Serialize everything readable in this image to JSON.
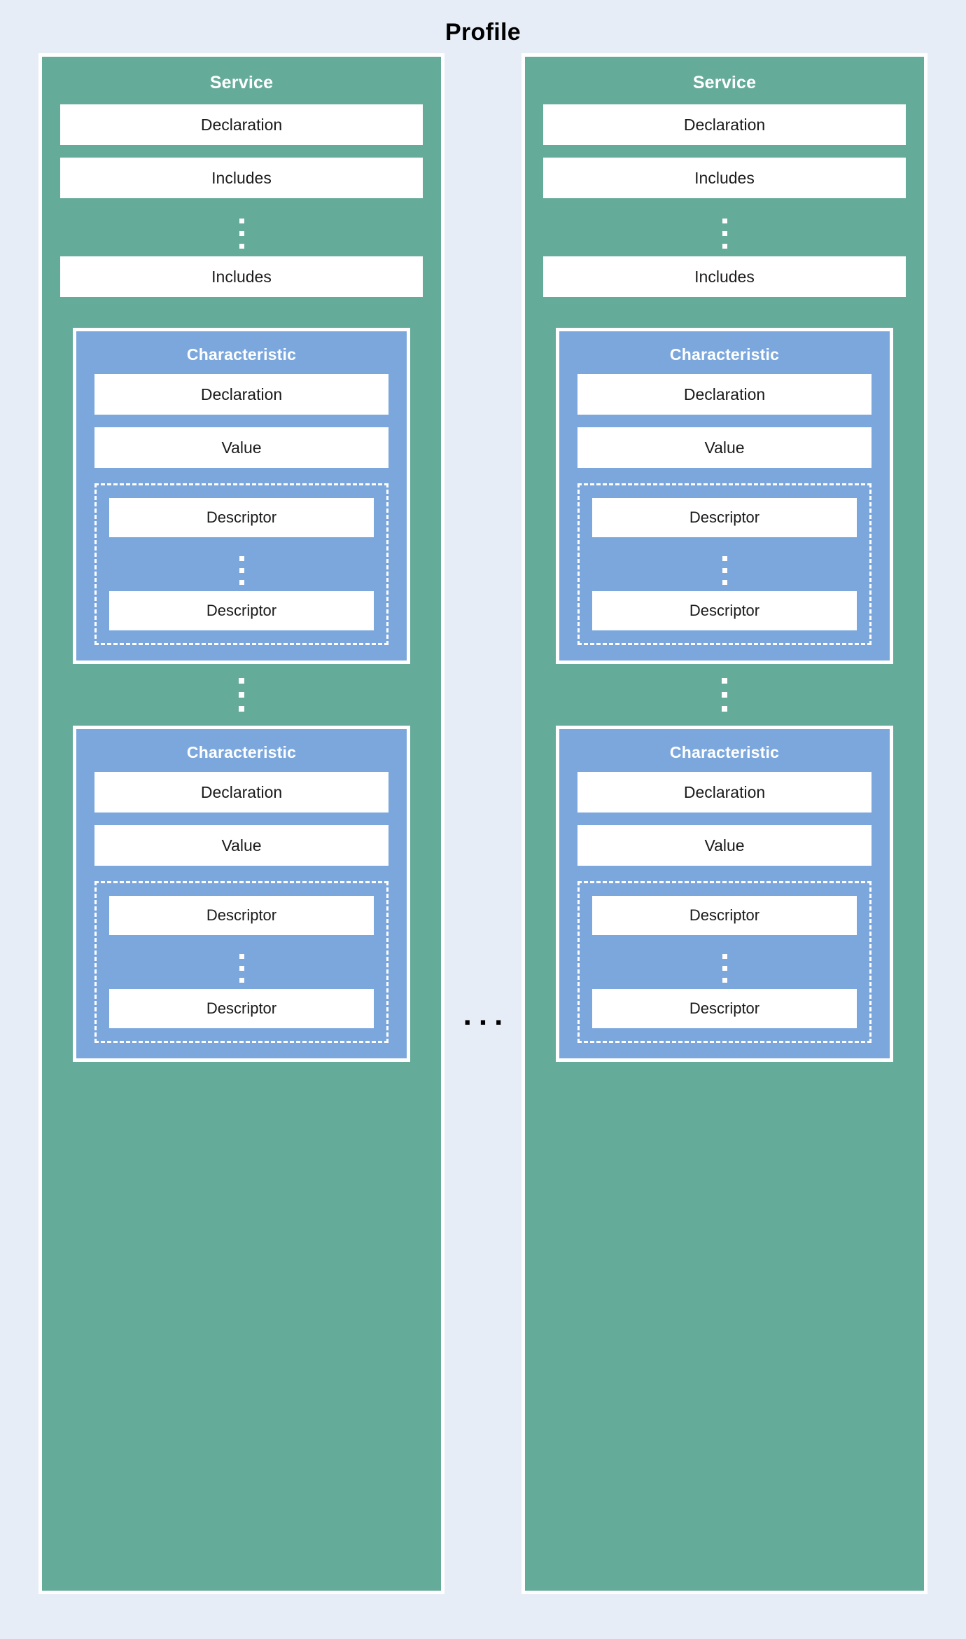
{
  "diagram": {
    "title": "Profile",
    "background_color": "#e7edf7",
    "service_color": "#65ab9a",
    "characteristic_color": "#7ba7dd",
    "box_color": "#ffffff",
    "border_color": "#ffffff",
    "text_color": "#1a1a1a",
    "title_color": "#000000",
    "ellipsis_horizontal": "...",
    "column_separator_label": "..."
  },
  "labels": {
    "service": "Service",
    "characteristic": "Characteristic",
    "declaration": "Declaration",
    "includes": "Includes",
    "value": "Value",
    "descriptor": "Descriptor"
  },
  "columns": [
    {
      "name": "service-column-1",
      "service": {
        "title": "Service",
        "items": [
          {
            "label": "Declaration",
            "type": "box"
          },
          {
            "label": "Includes",
            "type": "box"
          },
          {
            "label": "",
            "type": "vertical-ellipsis"
          },
          {
            "label": "Includes",
            "type": "box"
          }
        ],
        "characteristics": [
          {
            "title": "Characteristic",
            "items": [
              {
                "label": "Declaration",
                "type": "box"
              },
              {
                "label": "Value",
                "type": "box"
              }
            ],
            "descriptors": [
              {
                "label": "Descriptor",
                "type": "box"
              },
              {
                "label": "",
                "type": "vertical-ellipsis"
              },
              {
                "label": "Descriptor",
                "type": "box"
              }
            ]
          },
          {
            "title": "Characteristic",
            "items": [
              {
                "label": "Declaration",
                "type": "box"
              },
              {
                "label": "Value",
                "type": "box"
              }
            ],
            "descriptors": [
              {
                "label": "Descriptor",
                "type": "box"
              },
              {
                "label": "",
                "type": "vertical-ellipsis"
              },
              {
                "label": "Descriptor",
                "type": "box"
              }
            ]
          }
        ]
      }
    },
    {
      "name": "service-column-2",
      "service": {
        "title": "Service",
        "items": [
          {
            "label": "Declaration",
            "type": "box"
          },
          {
            "label": "Includes",
            "type": "box"
          },
          {
            "label": "",
            "type": "vertical-ellipsis"
          },
          {
            "label": "Includes",
            "type": "box"
          }
        ],
        "characteristics": [
          {
            "title": "Characteristic",
            "items": [
              {
                "label": "Declaration",
                "type": "box"
              },
              {
                "label": "Value",
                "type": "box"
              }
            ],
            "descriptors": [
              {
                "label": "Descriptor",
                "type": "box"
              },
              {
                "label": "",
                "type": "vertical-ellipsis"
              },
              {
                "label": "Descriptor",
                "type": "box"
              }
            ]
          },
          {
            "title": "Characteristic",
            "items": [
              {
                "label": "Declaration",
                "type": "box"
              },
              {
                "label": "Value",
                "type": "box"
              }
            ],
            "descriptors": [
              {
                "label": "Descriptor",
                "type": "box"
              },
              {
                "label": "",
                "type": "vertical-ellipsis"
              },
              {
                "label": "Descriptor",
                "type": "box"
              }
            ]
          }
        ]
      }
    }
  ]
}
